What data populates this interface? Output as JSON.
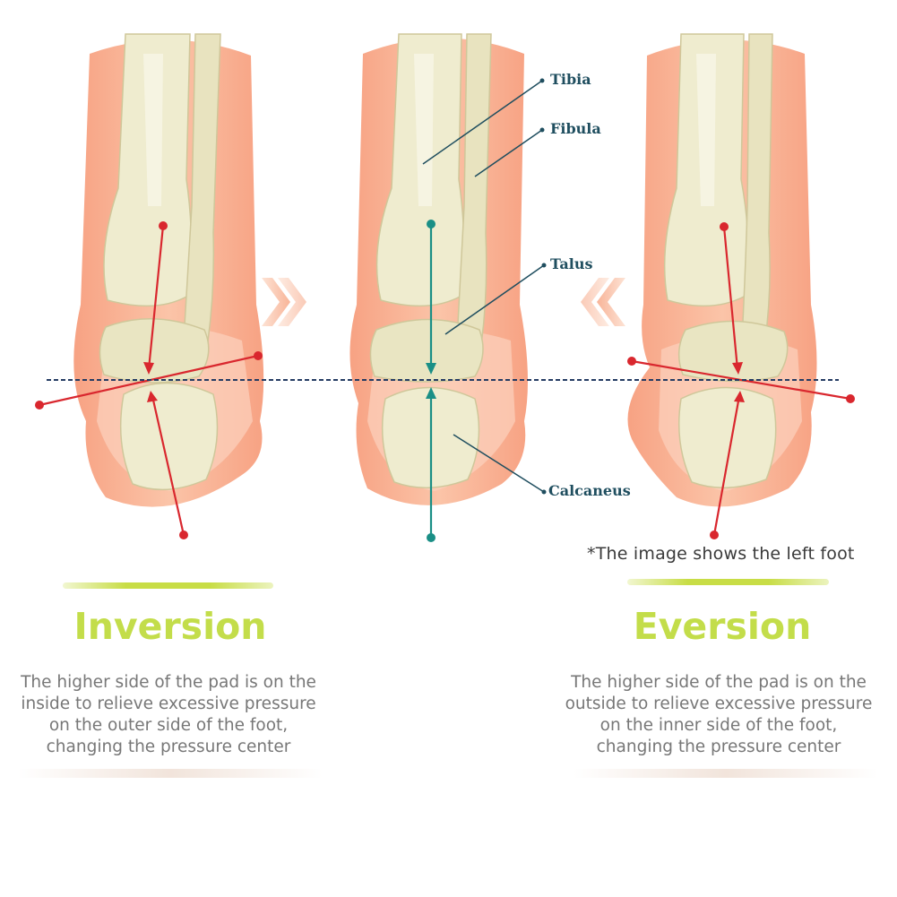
{
  "labels": {
    "tibia": "Tibia",
    "fibula": "Fibula",
    "talus": "Talus",
    "calcaneus": "Calcaneus"
  },
  "note": "*The image shows the left foot",
  "panels": {
    "inversion": {
      "heading": "Inversion",
      "lines": [
        "The higher side of the pad is on the",
        "inside to relieve excessive pressure",
        "on the outer side of the foot,",
        "changing the pressure center"
      ]
    },
    "eversion": {
      "heading": "Eversion",
      "lines": [
        "The higher side of the pad is on the",
        "outside to relieve excessive pressure",
        "on the inner side of the foot,",
        "changing the pressure center"
      ]
    }
  },
  "colors": {
    "skin": "#f9a886",
    "skin_light": "#fcd7c3",
    "bone": "#efeccf",
    "bone_shadow": "#d9d3a6",
    "red_axis": "#d9272e",
    "teal_axis": "#1a8f86",
    "dashed_line": "#243b63",
    "heading": "#c3dd4a"
  }
}
